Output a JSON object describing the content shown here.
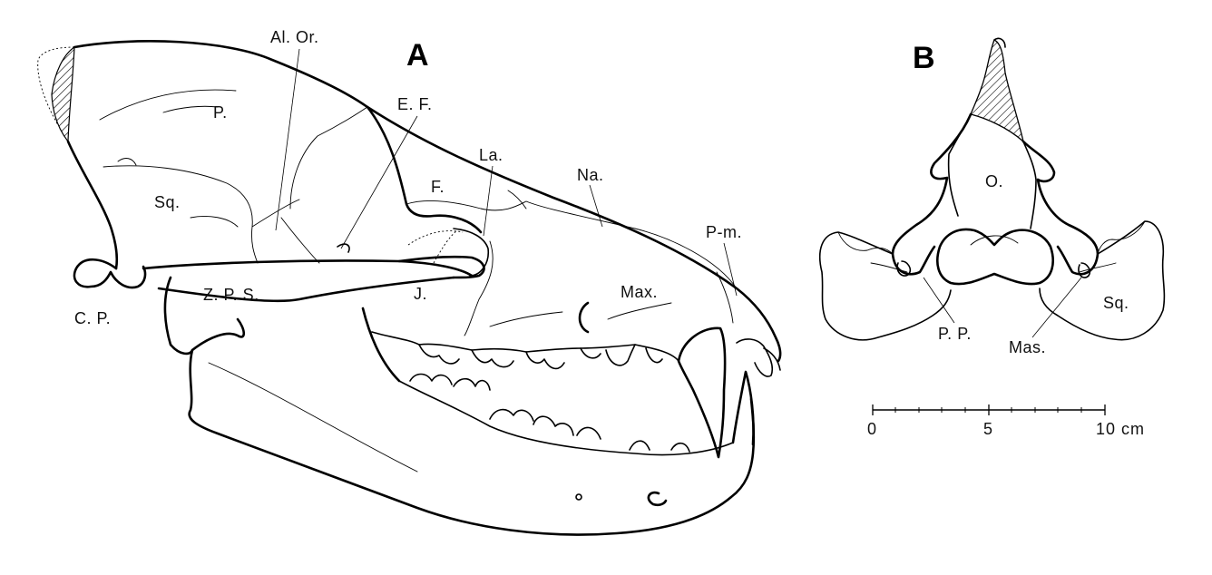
{
  "figure": {
    "panel_a": {
      "letter": "A",
      "labels": {
        "al_or": "Al. Or.",
        "p": "P.",
        "e_f": "E. F.",
        "la": "La.",
        "na": "Na.",
        "sq": "Sq.",
        "f": "F.",
        "p_m": "P-m.",
        "z_p_s": "Z. P. S.",
        "j": "J.",
        "max": "Max.",
        "c_p": "C. P."
      }
    },
    "panel_b": {
      "letter": "B",
      "labels": {
        "o": "O.",
        "sq": "Sq.",
        "p_p": "P. P.",
        "mas": "Mas."
      }
    },
    "scale_bar": {
      "ticks": [
        "0",
        "5",
        "10 cm"
      ]
    }
  }
}
